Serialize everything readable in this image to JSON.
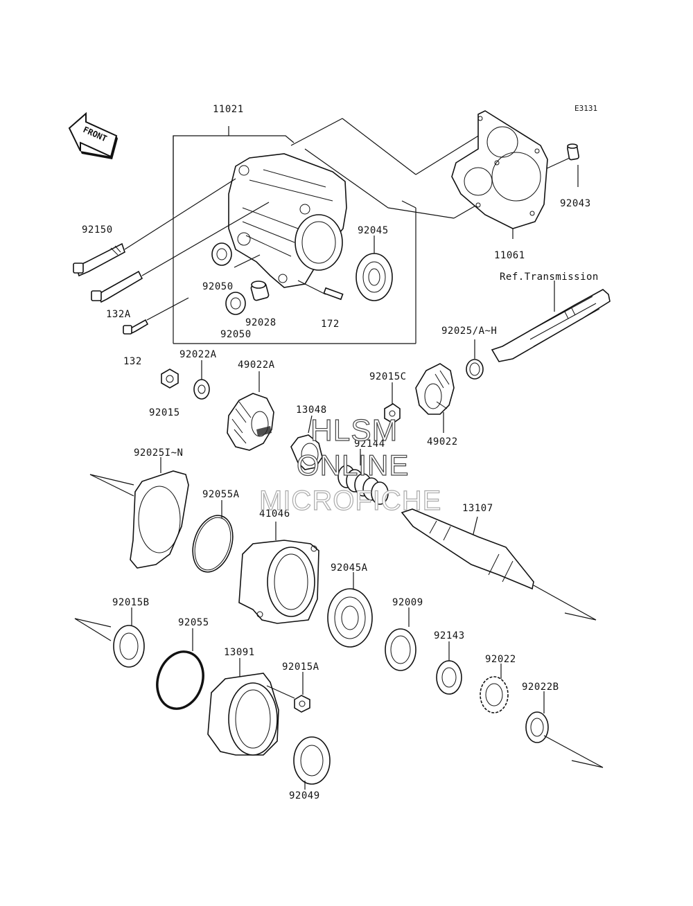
{
  "diagram_code": "E3131",
  "front_arrow_text": "FRONT",
  "watermark": {
    "line1": "HLSM",
    "line2": "ONLINE",
    "line3": "MICROFICHE"
  },
  "parts": {
    "p11021": "11021",
    "p11061": "11061",
    "p92043": "92043",
    "p92150": "92150",
    "p132A": "132A",
    "p132": "132",
    "p92050a": "92050",
    "p92050b": "92050",
    "p92028": "92028",
    "p172": "172",
    "p92045": "92045",
    "refTransmission": "Ref.Transmission",
    "p92025AH": "92025/A~H",
    "p92022A": "92022A",
    "p92015": "92015",
    "p49022A": "49022A",
    "p13048": "13048",
    "p92015C": "92015C",
    "p92144": "92144",
    "p49022": "49022",
    "p92025IN": "92025I~N",
    "p92055A": "92055A",
    "p41046": "41046",
    "p13107": "13107",
    "p92045A": "92045A",
    "p92015B": "92015B",
    "p92055": "92055",
    "p92009": "92009",
    "p92143": "92143",
    "p13091": "13091",
    "p92015A": "92015A",
    "p92022": "92022",
    "p92022B": "92022B",
    "p92049": "92049"
  }
}
